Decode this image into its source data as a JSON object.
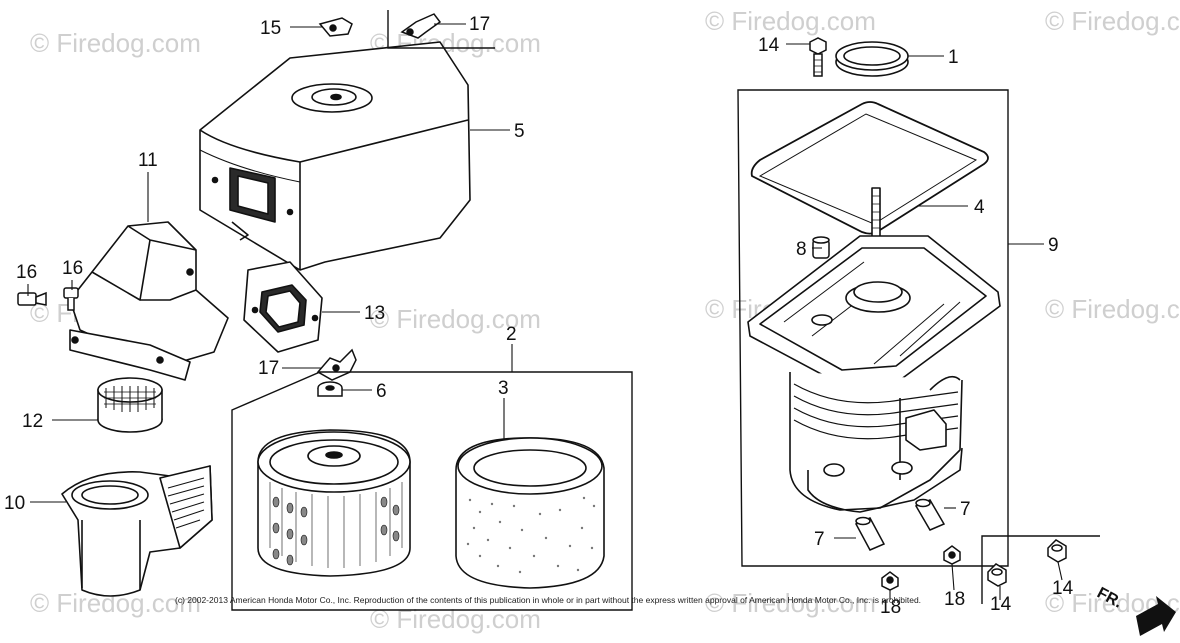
{
  "watermark_text": "© Firedog.com",
  "copyright": "(c) 2002-2013 American Honda Motor Co., Inc. Reproduction of the contents of this publication in whole or in part without the express written approval of American Honda Motor Co., Inc. is prohibited.",
  "direction_label": "FR.",
  "callouts": {
    "c1": "1",
    "c2": "2",
    "c3": "3",
    "c4": "4",
    "c5": "5",
    "c6": "6",
    "c7a": "7",
    "c7b": "7",
    "c8": "8",
    "c9": "9",
    "c10": "10",
    "c11": "11",
    "c12": "12",
    "c13": "13",
    "c14a": "14",
    "c14b": "14",
    "c14c": "14",
    "c15": "15",
    "c16a": "16",
    "c16b": "16",
    "c17a": "17",
    "c17b": "17",
    "c18a": "18",
    "c18b": "18"
  }
}
